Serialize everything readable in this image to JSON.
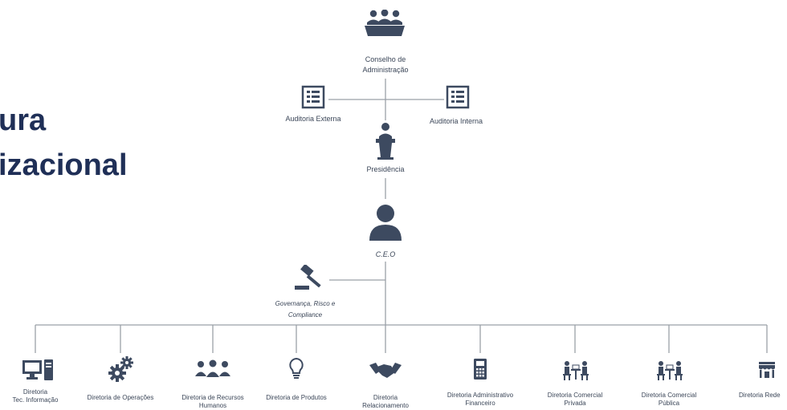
{
  "title": {
    "line1": "ura",
    "line2": "izacional"
  },
  "board": {
    "label_line1": "Conselho de",
    "label_line2": "Administração",
    "icon": "people-group-icon"
  },
  "audit_external": {
    "label": "Auditoria Externa",
    "icon": "checklist-icon"
  },
  "audit_internal": {
    "label": "Auditoria Interna",
    "icon": "checklist-icon"
  },
  "presidency": {
    "label": "Presidência",
    "icon": "podium-icon"
  },
  "ceo": {
    "label": "C.E.O",
    "icon": "person-icon"
  },
  "governance": {
    "label_line1": "Governança, Risco e",
    "label_line2": "Compliance",
    "icon": "gavel-icon"
  },
  "directorates": [
    {
      "line1": "Diretoria",
      "line2": "Tec. Informação",
      "icon": "computer-icon"
    },
    {
      "line1": "Diretoria de Operações",
      "line2": "",
      "icon": "gears-icon"
    },
    {
      "line1": "Diretoria de Recursos",
      "line2": "Humanos",
      "icon": "team-icon"
    },
    {
      "line1": "Diretoria de Produtos",
      "line2": "",
      "icon": "lightbulb-icon"
    },
    {
      "line1": "Diretoria",
      "line2": "Relacionamento",
      "icon": "handshake-icon"
    },
    {
      "line1": "Diretoria Administrativo",
      "line2": "Financeiro",
      "icon": "calculator-icon"
    },
    {
      "line1": "Diretoria Comercial",
      "line2": "Privada",
      "icon": "meeting-icon"
    },
    {
      "line1": "Diretoria Comercial",
      "line2": "Pública",
      "icon": "meeting-icon"
    },
    {
      "line1": "Diretoria Rede",
      "line2": "",
      "icon": "store-icon"
    }
  ],
  "colors": {
    "icon": "#3d4a60",
    "line": "#9aa0a8",
    "title": "#1f2f57",
    "text": "#3b4658"
  }
}
